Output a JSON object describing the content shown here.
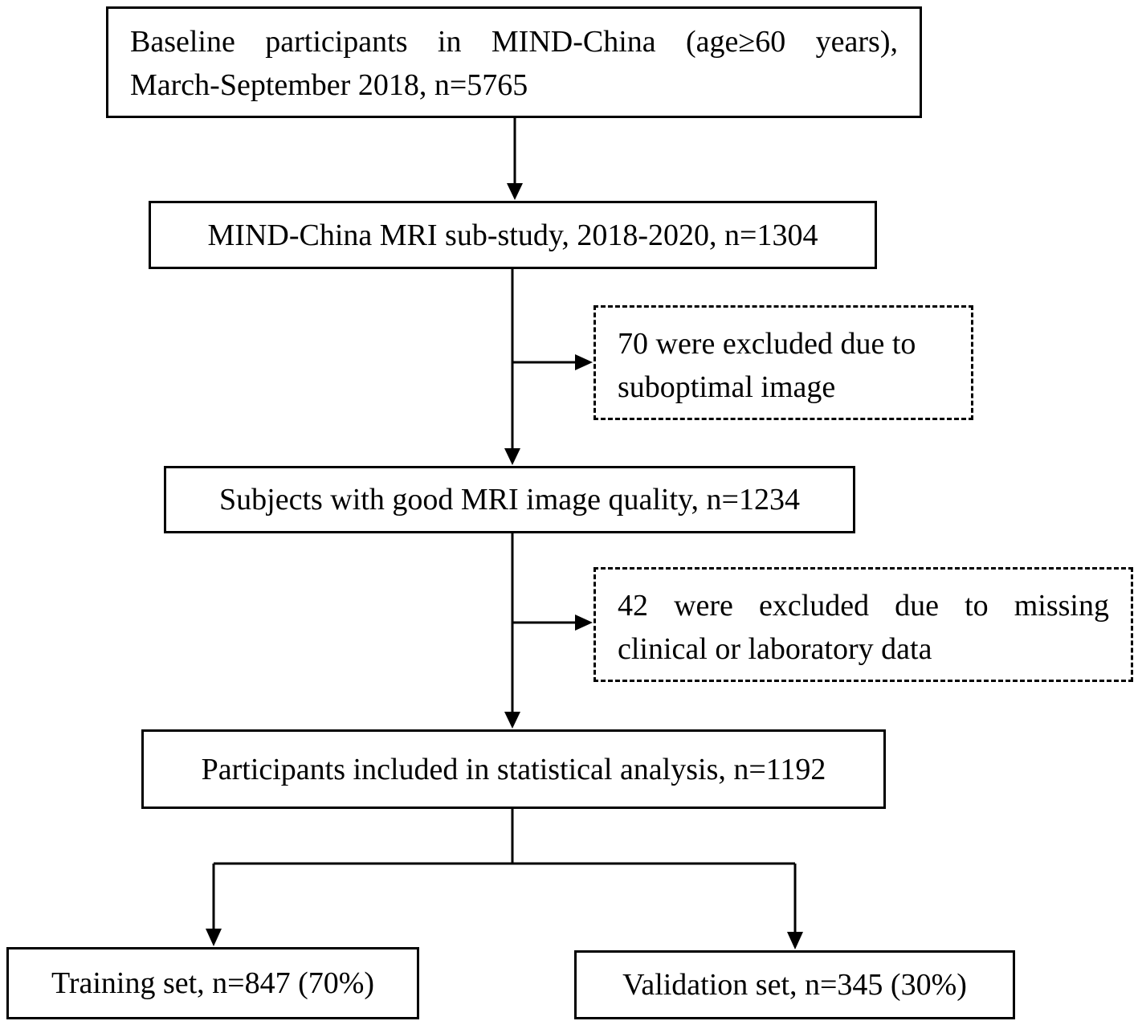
{
  "flowchart": {
    "baseline_box": {
      "line1": "Baseline participants in MIND-China (age≥60 years),",
      "line2": "March-September 2018, n=5765"
    },
    "mri_box": {
      "text": "MIND-China MRI sub-study, 2018-2020, n=1304"
    },
    "exclusion1_box": {
      "line1": "70 were excluded due to",
      "line2": "suboptimal image"
    },
    "quality_box": {
      "text": "Subjects with good MRI image quality, n=1234"
    },
    "exclusion2_box": {
      "line1": "42 were excluded due to missing",
      "line2": "clinical or laboratory data"
    },
    "analysis_box": {
      "text": "Participants included in statistical analysis, n=1192"
    },
    "training_box": {
      "text": "Training set, n=847 (70%)"
    },
    "validation_box": {
      "text": "Validation set, n=345 (30%)"
    }
  }
}
